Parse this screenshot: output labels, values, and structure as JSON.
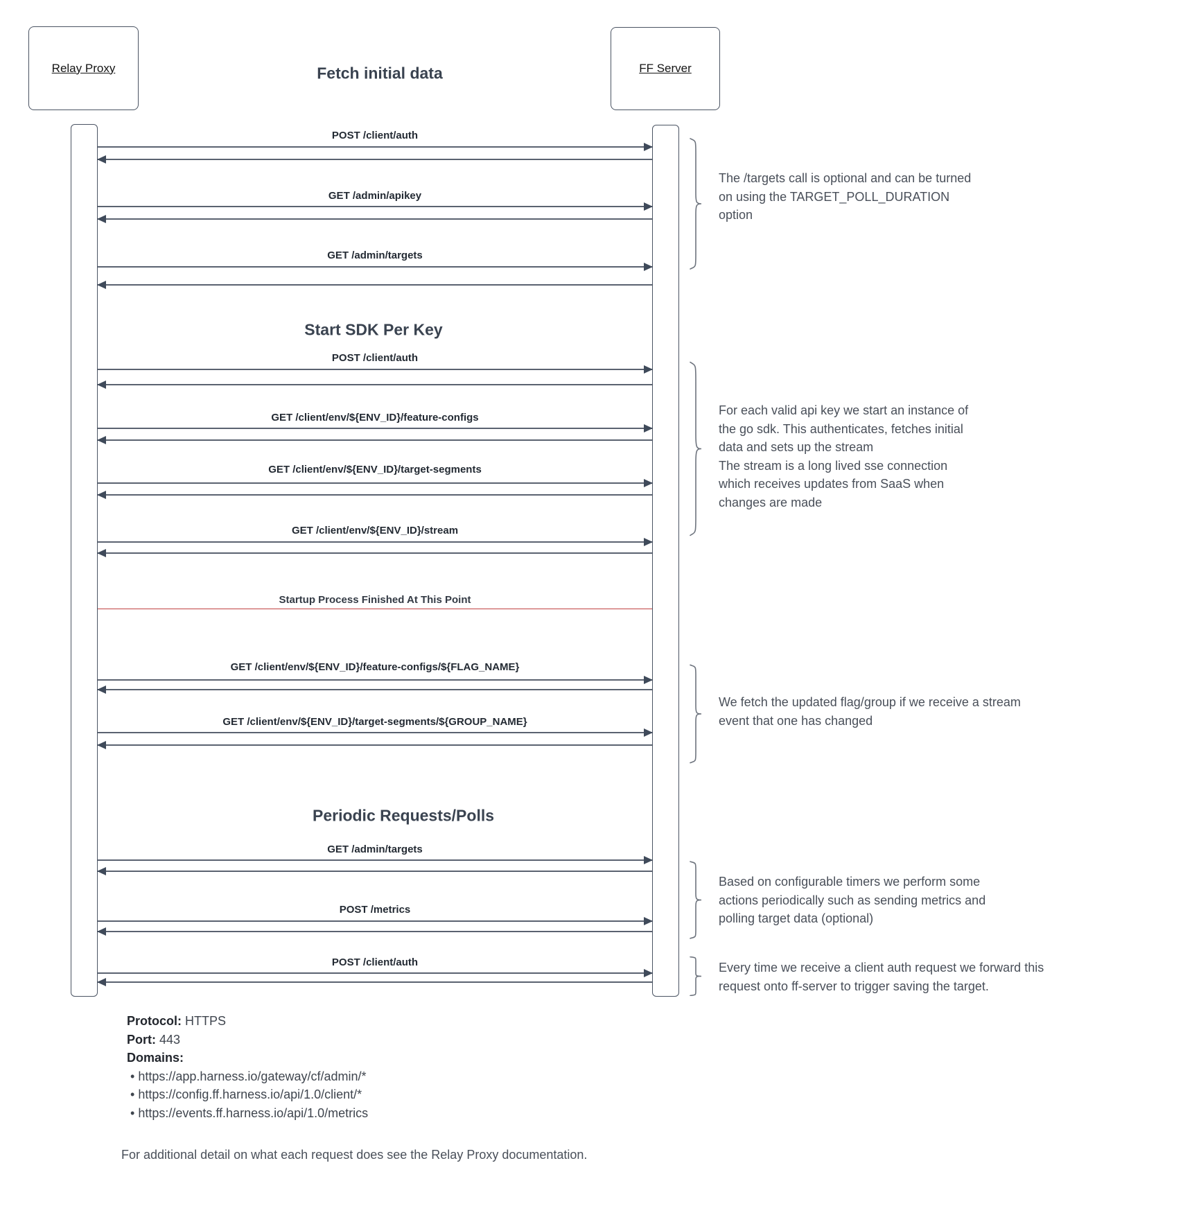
{
  "diagram": {
    "actors": [
      {
        "label": "Relay Proxy"
      },
      {
        "label": "FF Server"
      }
    ],
    "sections": [
      {
        "label": "Fetch initial data"
      },
      {
        "label": "Start SDK Per Key"
      },
      {
        "label": "Periodic Requests/Polls"
      }
    ],
    "separator": {
      "label": "Startup Process Finished At This Point"
    },
    "messages": [
      {
        "label": "POST /client/auth"
      },
      {
        "label": "GET /admin/apikey"
      },
      {
        "label": "GET /admin/targets"
      },
      {
        "label": "POST /client/auth"
      },
      {
        "label": "GET /client/env/${ENV_ID}/feature-configs"
      },
      {
        "label": "GET /client/env/${ENV_ID}/target-segments"
      },
      {
        "label": "GET /client/env/${ENV_ID}/stream"
      },
      {
        "label": "GET /client/env/${ENV_ID}/feature-configs/${FLAG_NAME}"
      },
      {
        "label": "GET /client/env/${ENV_ID}/target-segments/${GROUP_NAME}"
      },
      {
        "label": "GET /admin/targets"
      },
      {
        "label": "POST /metrics"
      },
      {
        "label": "POST /client/auth"
      }
    ]
  },
  "annotations": [
    {
      "lines": [
        "The /targets call is optional and can be turned",
        "on using the TARGET_POLL_DURATION",
        "option"
      ]
    },
    {
      "lines": [
        "For each valid api key we start an instance of",
        "the go sdk. This authenticates, fetches initial",
        "data and sets up the stream",
        "The stream is a long lived sse connection",
        "which receives updates from SaaS when",
        "changes are made"
      ]
    },
    {
      "lines": [
        "We fetch the updated flag/group if we receive a stream",
        "event that one has changed"
      ]
    },
    {
      "lines": [
        "Based on configurable timers we perform some",
        "actions periodically such as sending metrics and",
        "polling target data (optional)"
      ]
    },
    {
      "lines": [
        "Every time we receive a client auth request we forward this",
        "request onto ff-server to trigger saving the target."
      ]
    }
  ],
  "footer": {
    "protocol_label": "Protocol:",
    "protocol_value": " HTTPS",
    "port_label": "Port:",
    "port_value": " 443",
    "domains_label": "Domains:",
    "domains": [
      "https://app.harness.io/gateway/cf/admin/*",
      "https://config.ff.harness.io/api/1.0/client/*",
      "https://events.ff.harness.io/api/1.0/metrics"
    ],
    "note": "For additional detail on what each request does see the Relay Proxy documentation."
  },
  "colors": {
    "separator_red": "#c14040",
    "line_gray": "#5a6270",
    "arrowhead": "#3f4a5a",
    "text_dark": "#232a33",
    "text_body": "#494f59"
  }
}
